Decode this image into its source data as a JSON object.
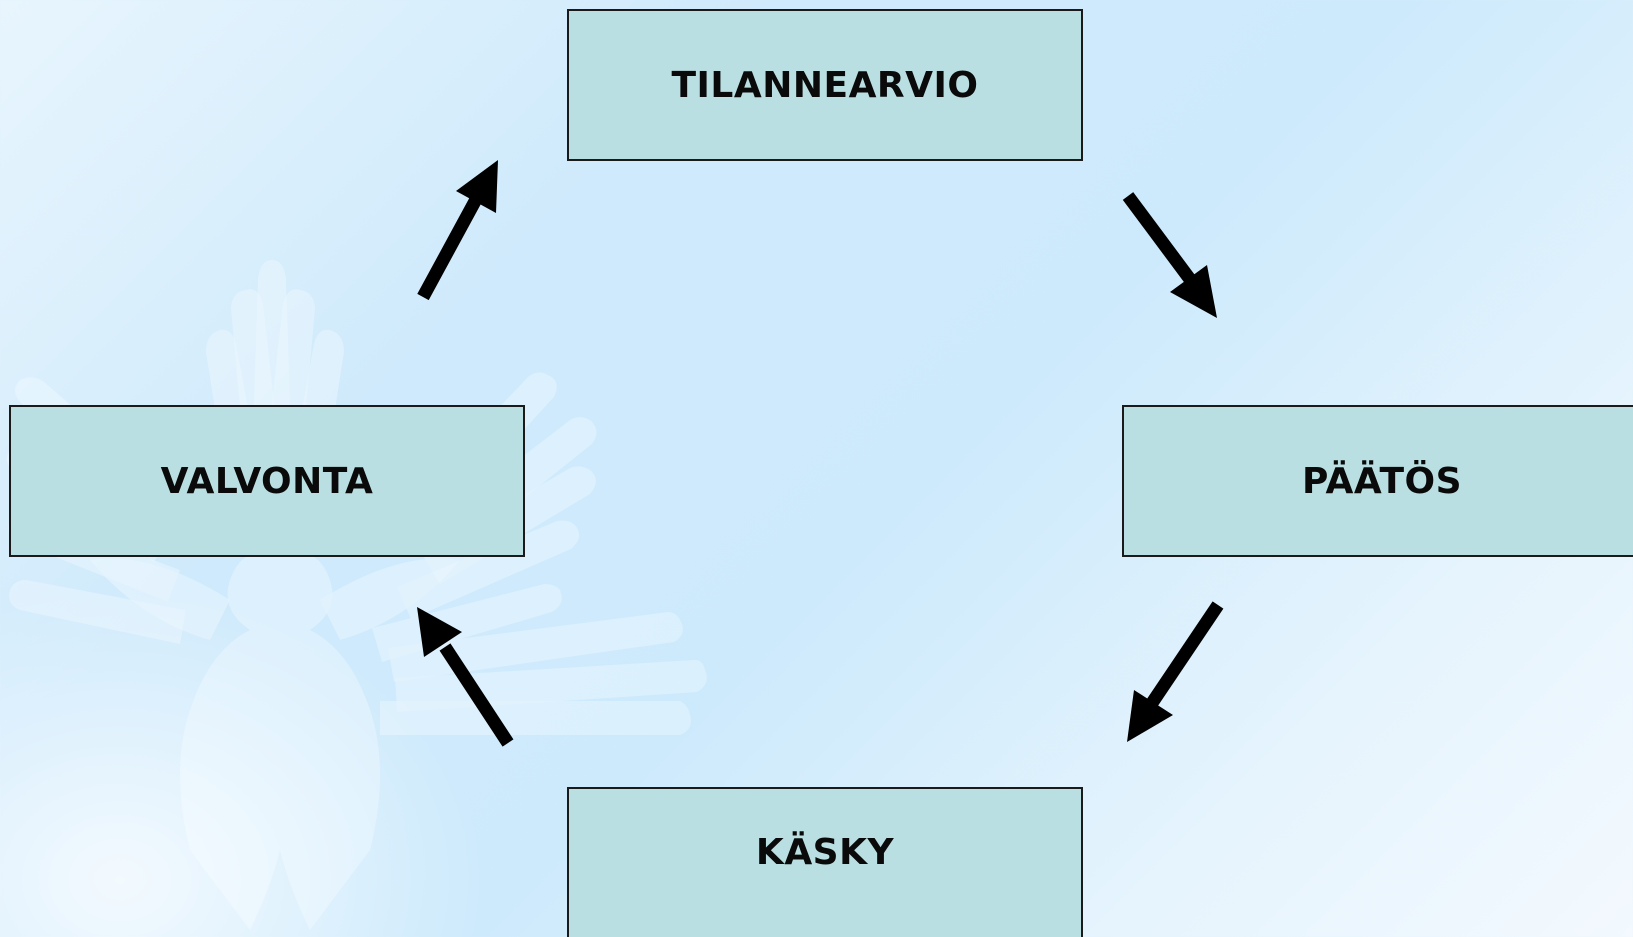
{
  "diagram": {
    "nodes": [
      {
        "id": "tilannearvio",
        "label": "TILANNEARVIO"
      },
      {
        "id": "paatos",
        "label": "PÄÄTÖS"
      },
      {
        "id": "kasky",
        "label": "KÄSKY"
      },
      {
        "id": "valvonta",
        "label": "VALVONTA"
      }
    ],
    "edges": [
      {
        "from": "tilannearvio",
        "to": "paatos"
      },
      {
        "from": "paatos",
        "to": "kasky"
      },
      {
        "from": "kasky",
        "to": "valvonta"
      },
      {
        "from": "valvonta",
        "to": "tilannearvio"
      }
    ]
  },
  "colors": {
    "box_fill": "#badfe2",
    "box_border": "#1a1a1a",
    "arrow": "#000000",
    "background": "#cdeafc"
  },
  "icons": {
    "background_watermark": "eagle-emblem-icon"
  }
}
